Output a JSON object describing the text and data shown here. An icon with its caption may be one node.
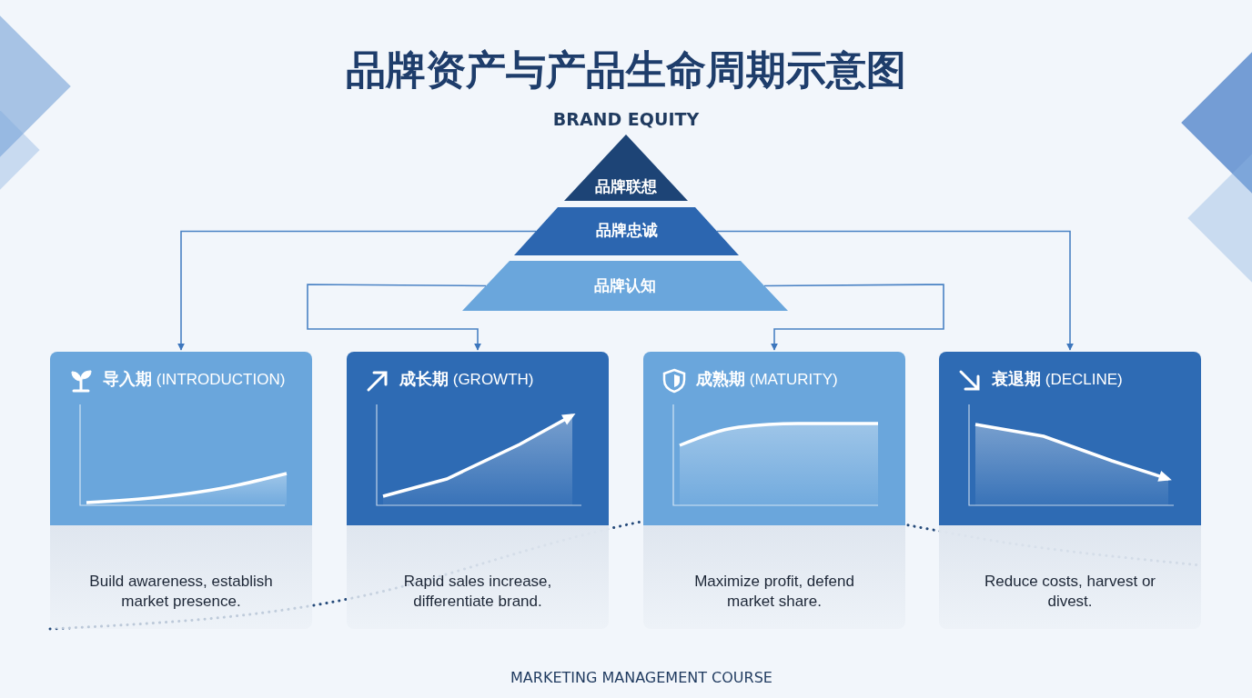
{
  "diagram": {
    "title": "品牌资产与产品生命周期示意图",
    "nodes": [
      {
        "text": [
          "品牌联想"
        ]
      },
      {
        "text": [
          "品牌忠诚"
        ]
      },
      {
        "text": [
          "品牌认知"
        ]
      },
      {
        "text": [
          "**导入期** (INTRODUCTION)",
          "Build awareness, establish market presence."
        ]
      },
      {
        "text": [
          "**成长期** (GROWTH)",
          "Rapid sales increase, differentiate brand."
        ]
      },
      {
        "text": [
          "**成熟期** (MATURITY)",
          "Maximize profit, defend market share."
        ]
      },
      {
        "text": [
          "**衰退期** (DECLINE)",
          "Reduce costs, harvest or divest."
        ]
      }
    ],
    "edges": [
      {
        "from": 1,
        "to": 3,
        "arrow": "to"
      },
      {
        "from": 1,
        "to": 6,
        "arrow": "to"
      },
      {
        "from": 2,
        "to": 4,
        "arrow": "to"
      },
      {
        "from": 2,
        "to": 5,
        "arrow": "to"
      }
    ],
    "labels": [
      "BRAND EQUITY",
      "MARKETING MANAGEMENT COURSE"
    ]
  }
}
